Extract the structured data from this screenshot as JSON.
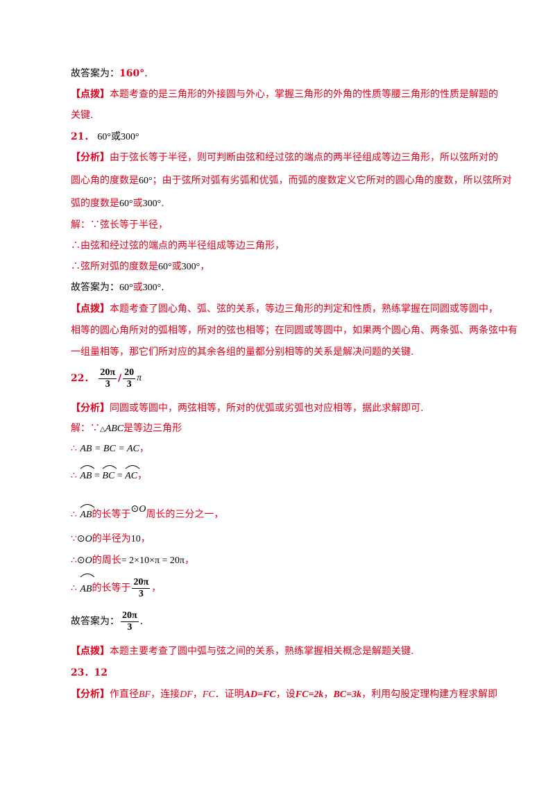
{
  "l1": {
    "a": "故答案为：",
    "b": "160°",
    "c": "."
  },
  "l2": {
    "tag": "【点拨】",
    "text": "本题考查的是三角形的外接圆与外心，掌握三角形的外角的性质等腰三角形的性质是解题的"
  },
  "l3": {
    "text": "关键."
  },
  "q21": {
    "num": "21．",
    "a": "60°",
    "or": "或",
    "b": "300°"
  },
  "a21_1": {
    "tag": "【分析】",
    "text": "由于弦长等于半径，则可判断由弦和经过弦的端点的两半径组成等边三角形，所以弦所对的"
  },
  "a21_2": {
    "a": "圆心角的度数是",
    "b": "60°",
    "c": "；由于弦所对弧有劣弧和优弧，而弧的度数定义它所对的圆心角的度数，所以弦所对"
  },
  "a21_3": {
    "a": "弧的度数是",
    "b": "60°",
    "or": "或",
    "c": "300°",
    "d": "."
  },
  "a21_4": {
    "text": "解：∵弦长等于半径，"
  },
  "a21_5": {
    "text": "∴由弦和经过弦的端点的两半径组成等边三角形，"
  },
  "a21_6": {
    "a": "∴弦所对弧的度数是",
    "b": "60°",
    "or": "或",
    "c": "300°",
    "d": "，"
  },
  "a21_7": {
    "a": "故答案为：",
    "b": "60°",
    "or": "或",
    "c": "300°",
    "d": "."
  },
  "a21_8": {
    "tag": "【点拨】",
    "text": "本题考查了圆心角、弧、弦的关系，等边三角形的判定和性质，熟练掌握在同圆或等圆中，"
  },
  "a21_9": {
    "text": "相等的圆心角所对的弧相等，所对的弦也相等；在同圆或等圆中，如果两个圆心角、两条弧、两条弦中有"
  },
  "a21_10": {
    "text": "一组量相等，那它们所对应的其余各组的量都分别相等的关系是解决问题的关键."
  },
  "q22": {
    "num": "22．",
    "f1_num": "20π",
    "f1_den": "3",
    "slash": "/",
    "f2_num": "20",
    "f2_den": "3",
    "pi": "π"
  },
  "a22_1": {
    "tag": "【分析】",
    "text": "同圆或等圆中，两弦相等，所对的优弧或劣弧也对应相等，据此求解即可."
  },
  "a22_2": {
    "a": "解：∵",
    "tri": "△",
    "abc": "ABC",
    "b": "是等边三角形"
  },
  "a22_3": {
    "a": "∴",
    "eq": "AB = BC = AC",
    "c": "，"
  },
  "a22_4": {
    "a": "∴",
    "arc1": "AB",
    "e1": " = ",
    "arc2": "BC",
    "e2": " = ",
    "arc3": "AC",
    "c": "，"
  },
  "a22_5": {
    "a": "∴",
    "arc": "AB",
    "b": "的长等于",
    "circ": "⊙",
    "o": "O",
    "c": "周长的三分之一，"
  },
  "a22_6": {
    "a": "∵",
    "circ": "⊙",
    "o": "O",
    "b": "的半径为",
    "c": "10",
    "d": "，"
  },
  "a22_7": {
    "a": "∴",
    "circ": "⊙",
    "o": "O",
    "b": "的周长",
    "c": "= 2×10×π = 20π",
    "d": "，"
  },
  "a22_8": {
    "a": "∴",
    "arc": "AB",
    "b": "的长等于",
    "f_num": "20π",
    "f_den": "3",
    "c": "，"
  },
  "a22_9": {
    "a": "故答案为：",
    "f_num": "20π",
    "f_den": "3",
    "b": "."
  },
  "a22_10": {
    "tag": "【点拨】",
    "text": "本题主要考查了圆中弧与弦之间的关系，熟练掌握相关概念是解题关键."
  },
  "q23": {
    "num": "23．",
    "ans": "12"
  },
  "a23_1": {
    "tag": "【分析】",
    "a": "作直径",
    "bf": "BF",
    "b": "，连接",
    "df": "DF",
    "c": "，",
    "fc": "FC",
    "d": "．证明",
    "eq1": "AD=FC",
    "e": "，设",
    "eq2": "FC=2k",
    "f": "，",
    "eq3": "BC=3k",
    "g": "，利用勾股定理构建方程求解即"
  }
}
